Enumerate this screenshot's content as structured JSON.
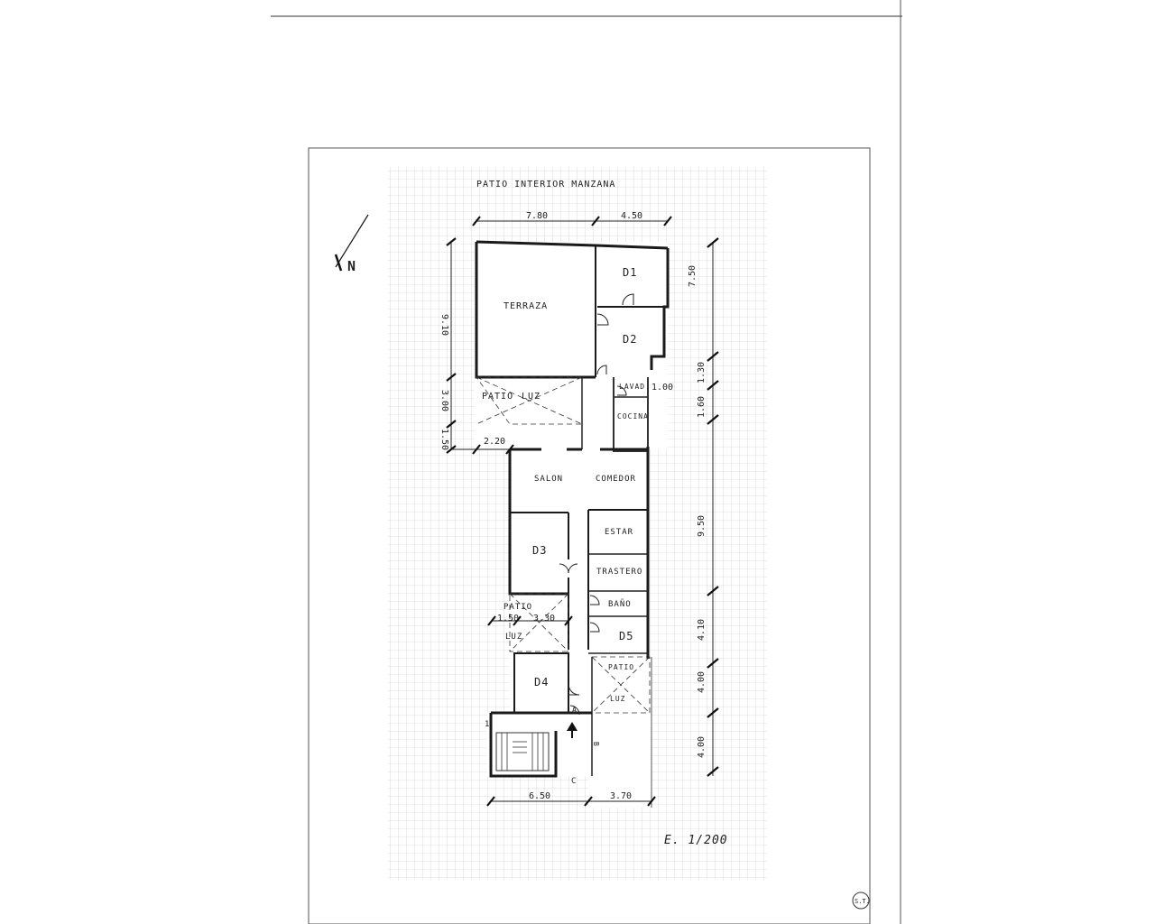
{
  "title": "PATIO INTERIOR MANZANA",
  "north": "N",
  "scale": "E. 1/200",
  "initials": "S.T.",
  "rooms": {
    "terraza": "TERRAZA",
    "d1": "D1",
    "d2": "D2",
    "patio_luz_top_a": "PATIO",
    "patio_luz_top_b": "LUZ",
    "lavad": "LAVAD.",
    "cocina": "COCINA",
    "salon": "SALON",
    "comedor": "COMEDOR",
    "estar": "ESTAR",
    "d3": "D3",
    "trastero": "TRASTERO",
    "bano": "BAÑO",
    "patio_left_a": "PATIO",
    "patio_left_b": "LUZ",
    "d5": "D5",
    "patio_right_a": "PATIO",
    "patio_right_b": "LUZ",
    "d4": "D4"
  },
  "markers": {
    "a": "A",
    "b": "B",
    "c": "C",
    "one": "1"
  },
  "dimensions": {
    "top_left": "7.80",
    "top_right": "4.50",
    "left_upper": "9.10",
    "left_mid": "3.00",
    "left_low": "1.50",
    "left_x": "2.20",
    "right_top": "7.50",
    "right_a": "1.30",
    "right_b": "1.60",
    "lavad_w": "1.00",
    "right_long": "9.50",
    "right_c": "4.10",
    "right_d": "4.00",
    "right_e": "4.00",
    "patio_w": "1.50",
    "patio_w2": "3.30",
    "bottom_left": "6.50",
    "bottom_right": "3.70"
  }
}
